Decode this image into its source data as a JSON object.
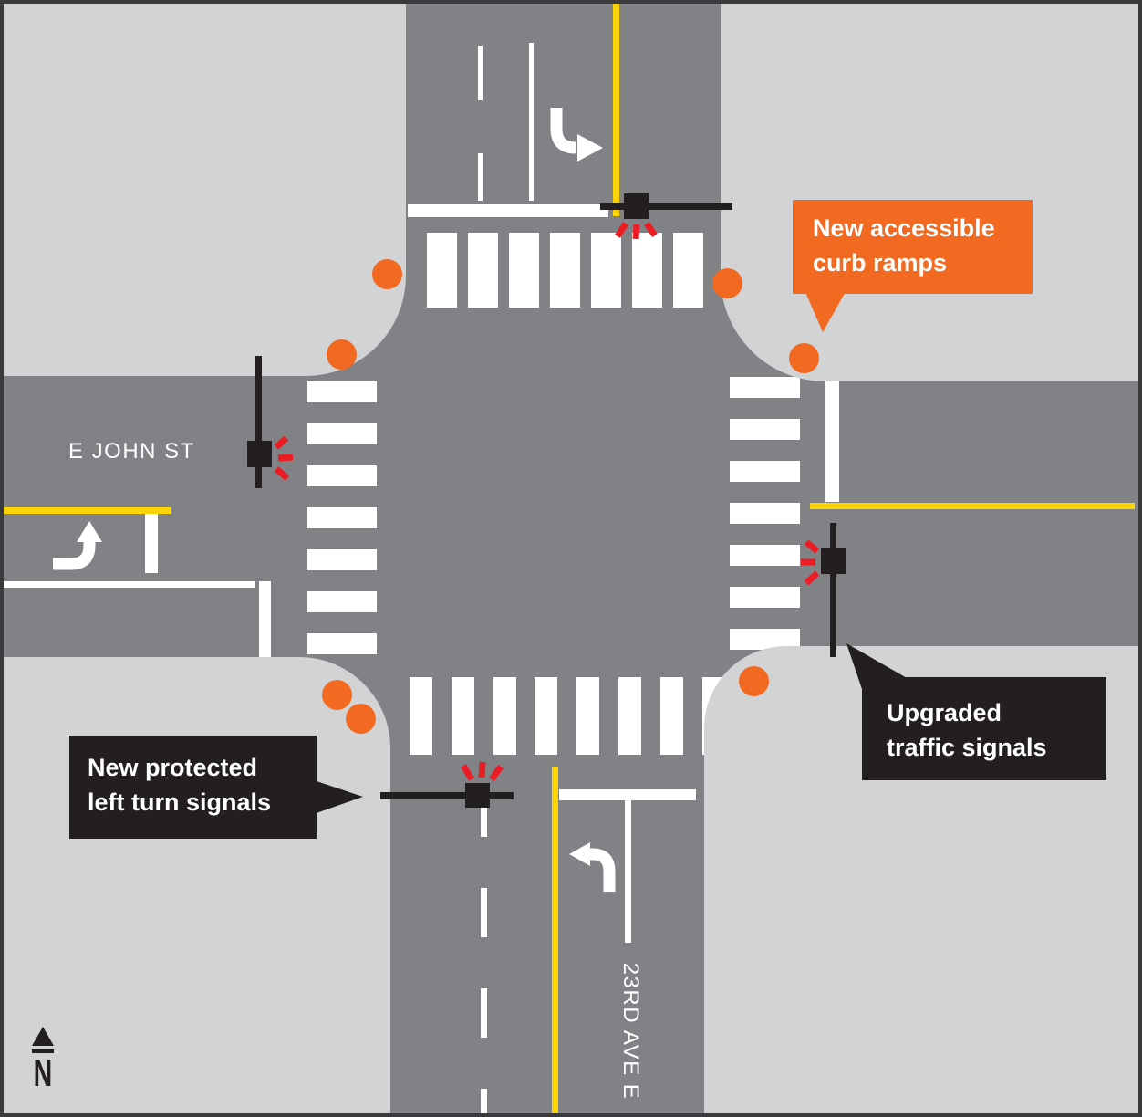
{
  "diagram": {
    "street_labels": {
      "west": "E JOHN ST",
      "south": "23RD AVE E"
    },
    "compass_label": "N",
    "callouts": {
      "curb_ramps": {
        "line1": "New accessible",
        "line2": "curb ramps"
      },
      "upgraded_signals": {
        "line1": "Upgraded",
        "line2": "traffic signals"
      },
      "left_turn_signals": {
        "line1": "New protected",
        "line2": "left turn signals"
      }
    },
    "counts": {
      "curb_ramp_dots": 7,
      "traffic_signals": 4,
      "crosswalks": 4
    },
    "colors": {
      "sidewalk": "#d2d3d5",
      "road": "#818286",
      "marking_white": "#ffffff",
      "centerline_yellow": "#fcd305",
      "accent_orange": "#f26a21",
      "signal_black": "#231f20",
      "ray_red": "#ec1c24"
    }
  }
}
